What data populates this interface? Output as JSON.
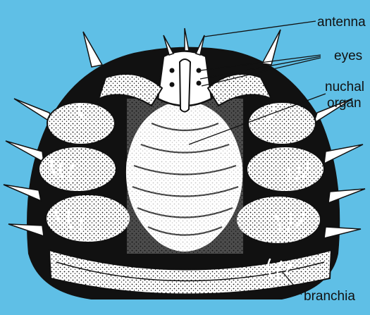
{
  "colors": {
    "background": "#5fbfe6",
    "ink": "#111111",
    "paper": "#ffffff"
  },
  "labels": {
    "antenna": "antenna",
    "eyes": "eyes",
    "nuchal_line1": "nuchal",
    "nuchal_line2": "organ",
    "branchia": "branchia"
  }
}
